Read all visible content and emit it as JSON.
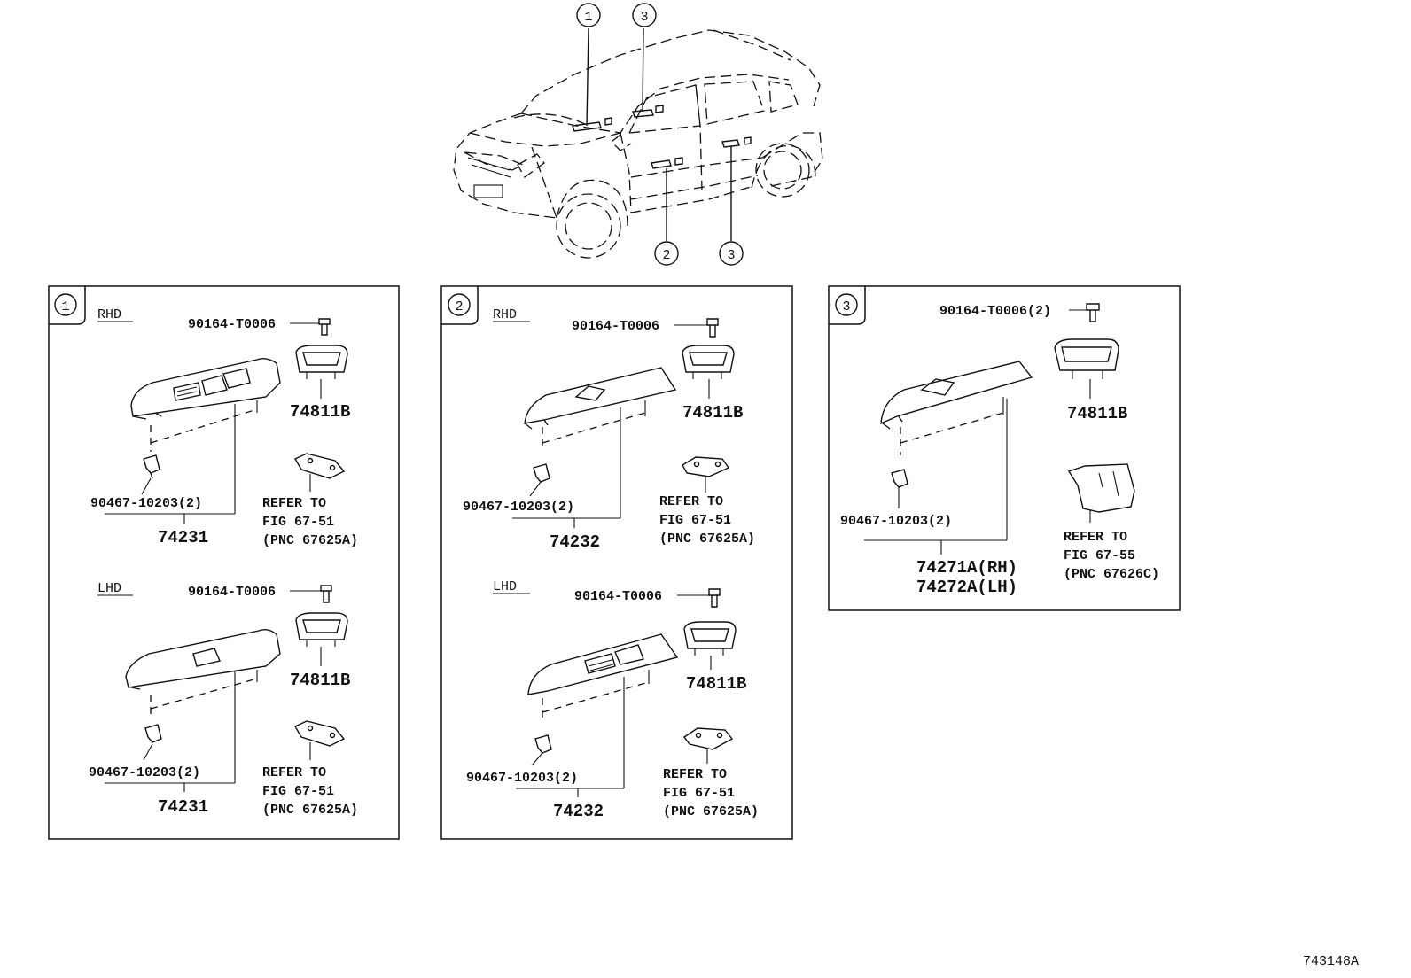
{
  "figure_id": "743148A",
  "callouts": {
    "c1": "1",
    "c2": "2",
    "c3": "3"
  },
  "panel1": {
    "badge": "1",
    "rhd": {
      "tag": "RHD",
      "screw": "90164-T0006",
      "bezel": "74811B",
      "clip": "90467-10203(2)",
      "part": "74231",
      "ref1": "REFER TO",
      "ref2": "FIG 67-51",
      "ref3": "(PNC 67625A)"
    },
    "lhd": {
      "tag": "LHD",
      "screw": "90164-T0006",
      "bezel": "74811B",
      "clip": "90467-10203(2)",
      "part": "74231",
      "ref1": "REFER TO",
      "ref2": "FIG 67-51",
      "ref3": "(PNC 67625A)"
    }
  },
  "panel2": {
    "badge": "2",
    "rhd": {
      "tag": "RHD",
      "screw": "90164-T0006",
      "bezel": "74811B",
      "clip": "90467-10203(2)",
      "part": "74232",
      "ref1": "REFER TO",
      "ref2": "FIG 67-51",
      "ref3": "(PNC 67625A)"
    },
    "lhd": {
      "tag": "LHD",
      "screw": "90164-T0006",
      "bezel": "74811B",
      "clip": "90467-10203(2)",
      "part": "74232",
      "ref1": "REFER TO",
      "ref2": "FIG 67-51",
      "ref3": "(PNC 67625A)"
    }
  },
  "panel3": {
    "badge": "3",
    "screw": "90164-T0006(2)",
    "bezel": "74811B",
    "clip": "90467-10203(2)",
    "part_rh": "74271A(RH)",
    "part_lh": "74272A(LH)",
    "ref1": "REFER TO",
    "ref2": "FIG 67-55",
    "ref3": "(PNC 67626C)"
  }
}
